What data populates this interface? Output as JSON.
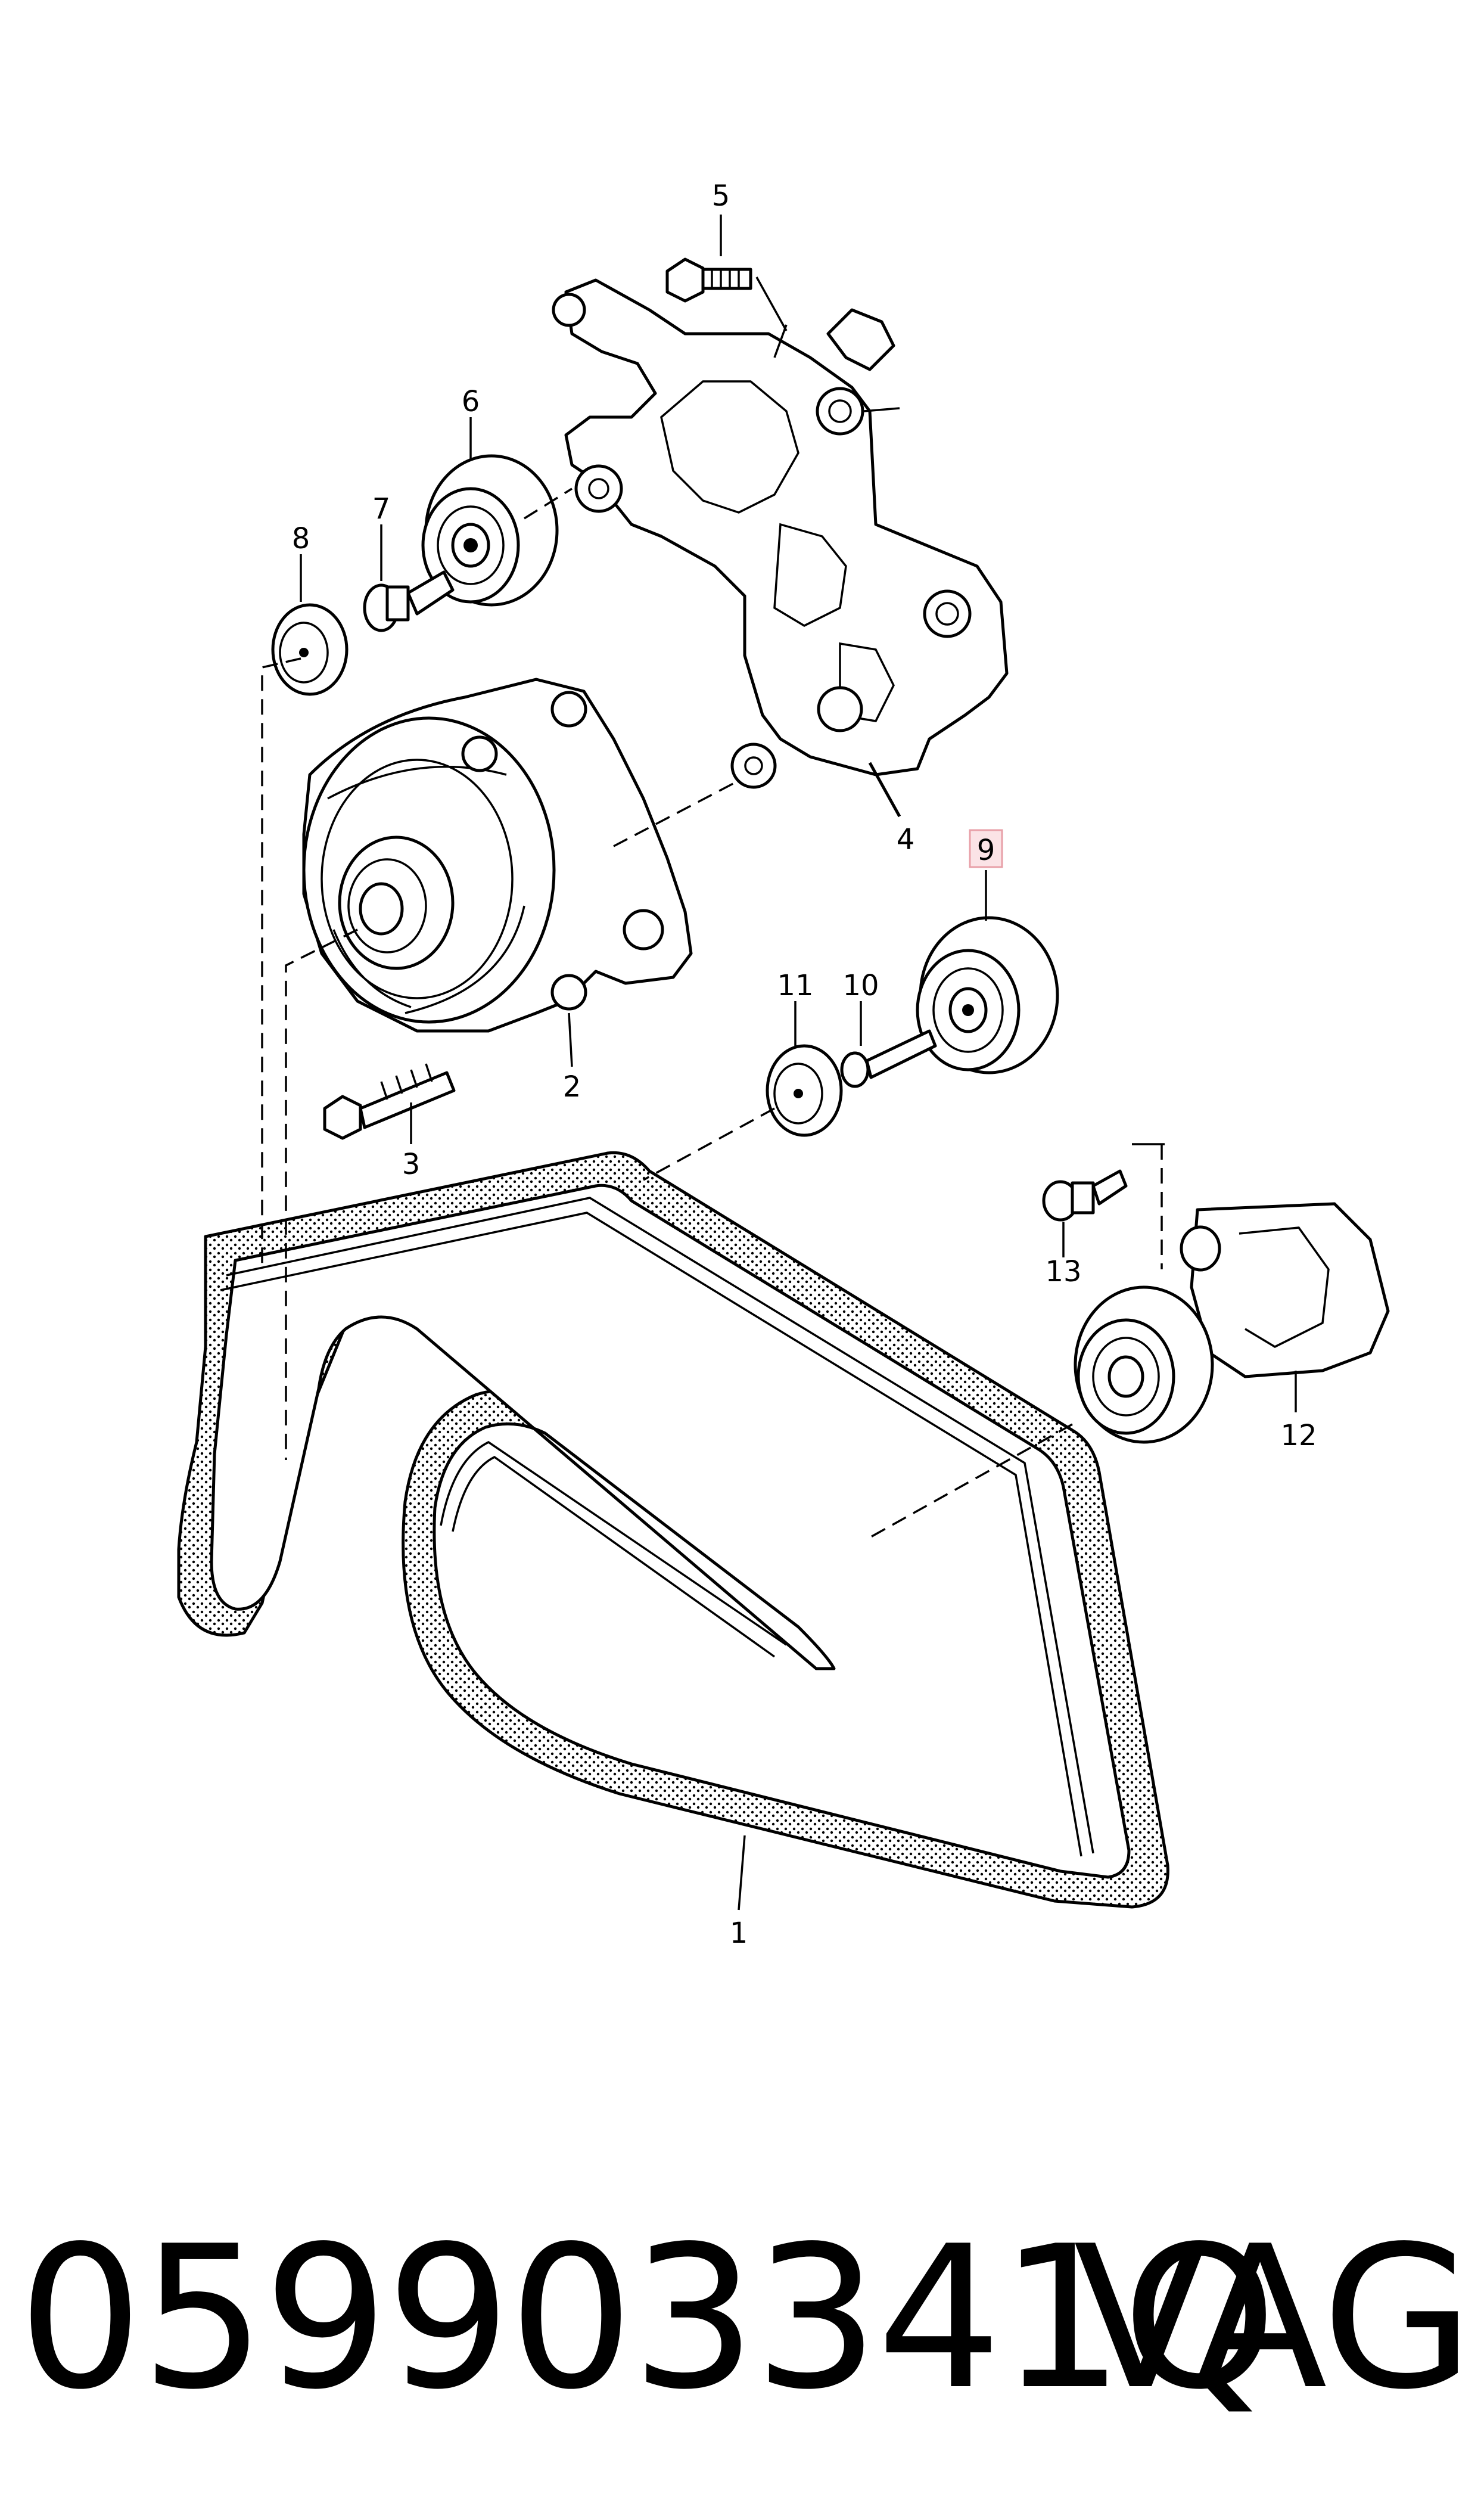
{
  "callouts": [
    {
      "id": "1",
      "label": "1"
    },
    {
      "id": "2",
      "label": "2"
    },
    {
      "id": "3",
      "label": "3"
    },
    {
      "id": "4",
      "label": "4"
    },
    {
      "id": "5",
      "label": "5"
    },
    {
      "id": "6",
      "label": "6"
    },
    {
      "id": "7",
      "label": "7"
    },
    {
      "id": "8",
      "label": "8"
    },
    {
      "id": "9",
      "label": "9",
      "highlighted": true
    },
    {
      "id": "10",
      "label": "10"
    },
    {
      "id": "11",
      "label": "11"
    },
    {
      "id": "12",
      "label": "12"
    },
    {
      "id": "13",
      "label": "13"
    }
  ],
  "highlight_color": "#e8a0a8",
  "part_number": "059903341Q",
  "brand": "VAG"
}
